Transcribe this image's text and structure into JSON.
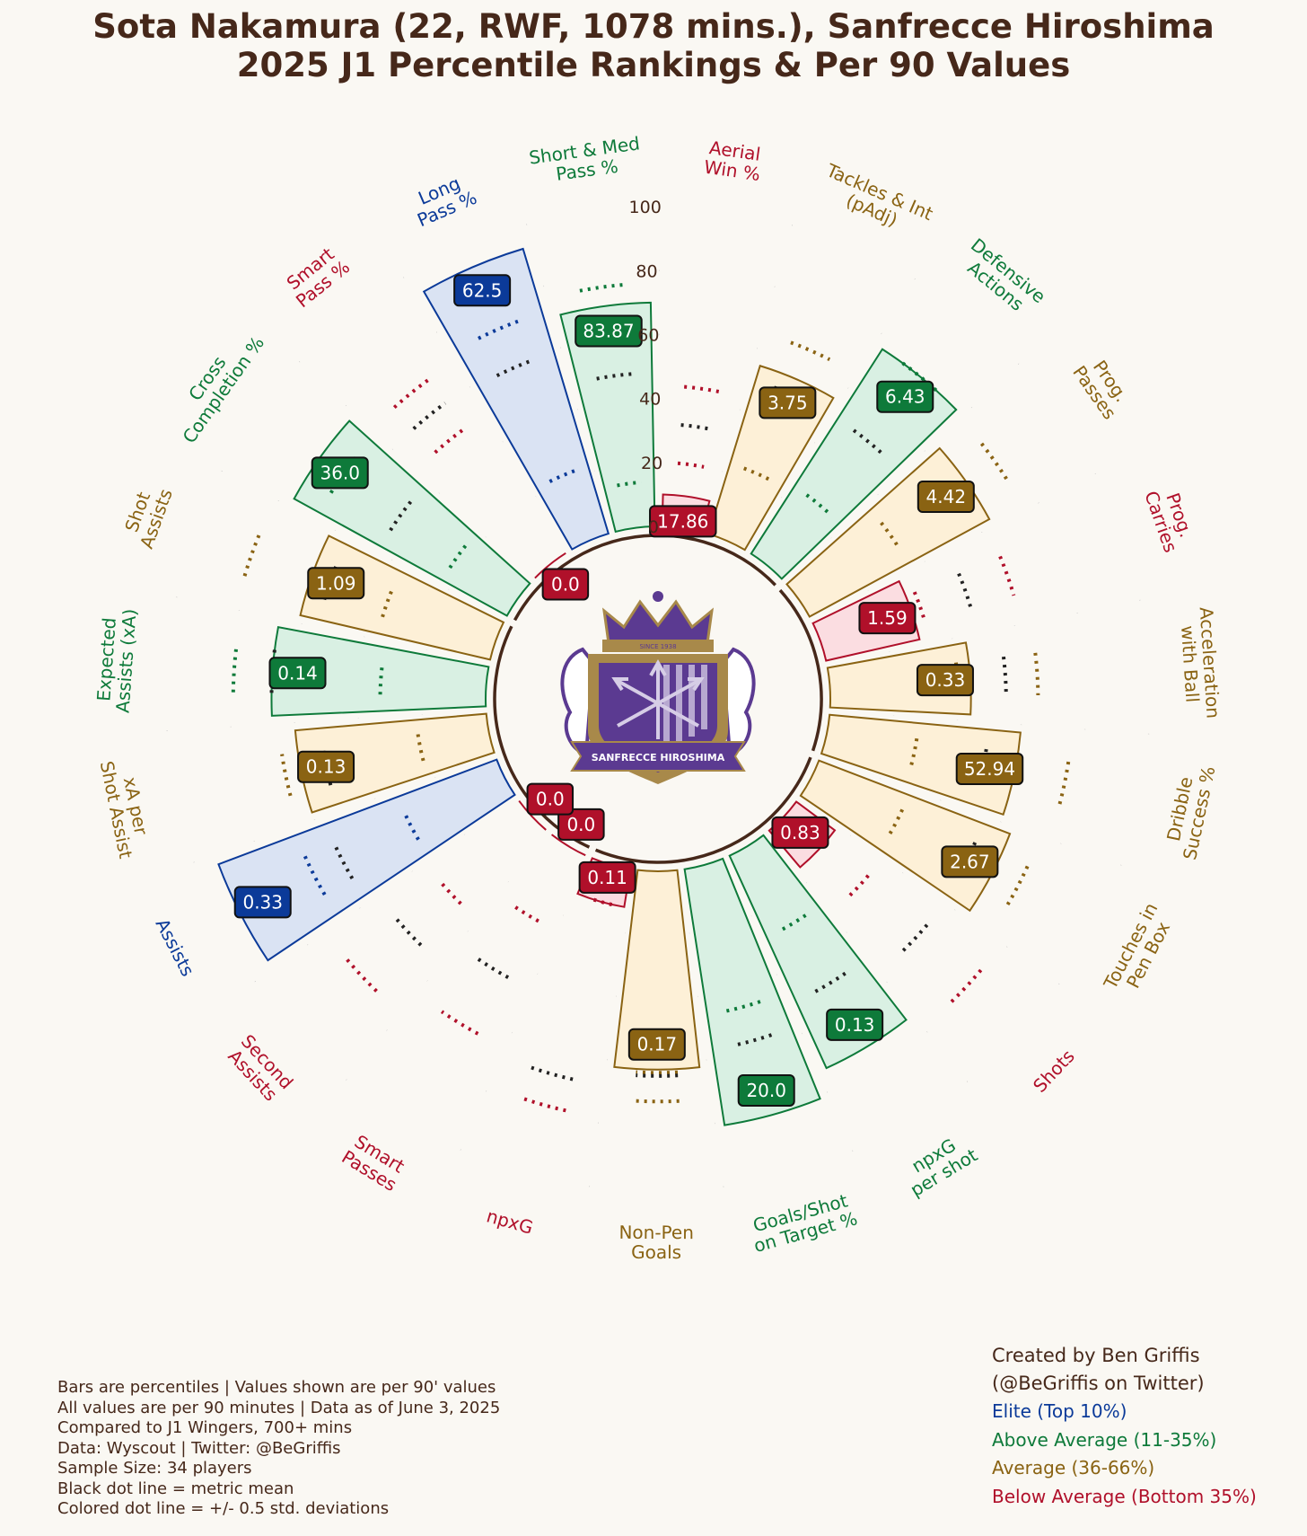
{
  "title_lines": [
    "Sota Nakamura (22, RWF, 1078 mins.), Sanfrecce Hiroshima",
    "2025 J1 Percentile Rankings & Per 90 Values"
  ],
  "footnotes": [
    "Bars are percentiles | Values shown are per 90' values",
    "All values are per 90 minutes | Data as of June 3, 2025",
    "Compared to J1 Wingers, 700+ mins",
    "Data: Wyscout | Twitter: @BeGriffis",
    "Sample Size: 34 players",
    "Black dot line = metric mean",
    "Colored dot line = +/- 0.5 std. deviations"
  ],
  "credit_lines": [
    "Created by Ben Griffis",
    "(@BeGriffis on Twitter)"
  ],
  "legend": [
    {
      "label": "Elite (Top 10%)",
      "color": "#0b3a99"
    },
    {
      "label": "Above Average (11-35%)",
      "color": "#0e7a3a"
    },
    {
      "label": "Average (36-66%)",
      "color": "#8a6313"
    },
    {
      "label": "Below Average (Bottom 35%)",
      "color": "#b0102a"
    }
  ],
  "logo": {
    "text": "SANFRECCE HIROSHIMA",
    "since": "SINCE 1938",
    "colors": {
      "purple": "#5b3a91",
      "gold": "#a8894a",
      "light": "#d6cde6"
    }
  },
  "tiers": {
    "elite": {
      "fill": "#dae3f3",
      "stroke": "#0b3a99",
      "box": "#0b3a99",
      "text": "#0b3a99"
    },
    "above": {
      "fill": "#d9f0e3",
      "stroke": "#0e7a3a",
      "box": "#0e7a3a",
      "text": "#0e7a3a"
    },
    "average": {
      "fill": "#fdf0d7",
      "stroke": "#8a6313",
      "box": "#8a6313",
      "text": "#8a6313"
    },
    "below": {
      "fill": "#fbdde1",
      "stroke": "#b0102a",
      "box": "#b0102a",
      "text": "#b0102a"
    }
  },
  "chart_data": {
    "type": "radial-bar",
    "radial_axis": {
      "min": 0,
      "max": 100,
      "ticks": [
        0,
        20,
        40,
        60,
        80,
        100
      ]
    },
    "categories": [
      {
        "label": "Aerial\nWin %",
        "percentile": 10,
        "value": "17.86",
        "tier": "below",
        "mean": 32,
        "band": [
          20,
          44
        ]
      },
      {
        "label": "Tackles & Int\n(pAdj)",
        "percentile": 55,
        "value": "3.75",
        "tier": "average",
        "mean": 50,
        "band": [
          23,
          65
        ]
      },
      {
        "label": "Defensive\nActions",
        "percentile": 76,
        "value": "6.43",
        "tier": "above",
        "mean": 50,
        "band": [
          25,
          76
        ]
      },
      {
        "label": "Prog.\nPasses",
        "percentile": 64,
        "value": "4.42",
        "tier": "average",
        "mean": 55,
        "band": [
          35,
          75
        ]
      },
      {
        "label": "Prog.\nCarries",
        "percentile": 30,
        "value": "1.59",
        "tier": "below",
        "mean": 48,
        "band": [
          33,
          62
        ]
      },
      {
        "label": "Acceleration\nwith Ball",
        "percentile": 44,
        "value": "0.33",
        "tier": "average",
        "mean": 55,
        "band": [
          40,
          65
        ]
      },
      {
        "label": "Dribble\nSuccess %",
        "percentile": 60,
        "value": "52.94",
        "tier": "average",
        "mean": 50,
        "band": [
          28,
          76
        ]
      },
      {
        "label": "Touches in\nPen Box",
        "percentile": 64,
        "value": "2.67",
        "tier": "average",
        "mean": 55,
        "band": [
          30,
          73
        ]
      },
      {
        "label": "Shots",
        "percentile": 15,
        "value": "0.83",
        "tier": "below",
        "mean": 56,
        "band": [
          32,
          78
        ]
      },
      {
        "label": "npxG\nper shot",
        "percentile": 73,
        "value": "0.13",
        "tier": "above",
        "mean": 50,
        "band": [
          28,
          65
        ]
      },
      {
        "label": "Goals/Shot\non Target %",
        "percentile": 81,
        "value": "20.0",
        "tier": "above",
        "mean": 57,
        "band": [
          46,
          75
        ]
      },
      {
        "label": "Non-Pen\nGoals",
        "percentile": 62,
        "value": "0.17",
        "tier": "average",
        "mean": 64,
        "band": [
          63,
          72
        ]
      },
      {
        "label": "npxG",
        "percentile": 12,
        "value": "0.11",
        "tier": "below",
        "mean": 68,
        "band": [
          12,
          78
        ]
      },
      {
        "label": "Smart\nPasses",
        "percentile": 0,
        "value": "0.0",
        "tier": "below",
        "mean": 45,
        "band": [
          25,
          65
        ]
      },
      {
        "label": "Second\nAssists",
        "percentile": 0,
        "value": "0.0",
        "tier": "below",
        "mean": 53,
        "band": [
          35,
          73
        ]
      },
      {
        "label": "Assists",
        "percentile": 93,
        "value": "0.33",
        "tier": "elite",
        "mean": 57,
        "band": [
          33,
          67
        ]
      },
      {
        "label": "xA per\nShot Assist",
        "percentile": 60,
        "value": "0.13",
        "tier": "average",
        "mean": 52,
        "band": [
          22,
          65
        ]
      },
      {
        "label": "Expected\nAssists (xA)",
        "percentile": 67,
        "value": "0.14",
        "tier": "above",
        "mean": 67,
        "band": [
          33,
          79
        ]
      },
      {
        "label": "Shot\nAssists",
        "percentile": 61,
        "value": "1.09",
        "tier": "average",
        "mean": 55,
        "band": [
          36,
          81
        ]
      },
      {
        "label": "Cross\nCompletion %",
        "percentile": 76,
        "value": "36.0",
        "tier": "above",
        "mean": 45,
        "band": [
          23,
          67
        ]
      },
      {
        "label": "Smart\nPass %",
        "percentile": 0,
        "value": "0.0",
        "tier": "below",
        "mean": 60,
        "band": [
          50,
          69
        ]
      },
      {
        "label": "Long\nPass %",
        "percentile": 93,
        "value": "62.5",
        "tier": "elite",
        "mean": 59,
        "band": [
          22,
          72
        ]
      },
      {
        "label": "Short & Med\nPass %",
        "percentile": 70,
        "value": "83.87",
        "tier": "above",
        "mean": 48,
        "band": [
          14,
          76
        ]
      }
    ]
  }
}
